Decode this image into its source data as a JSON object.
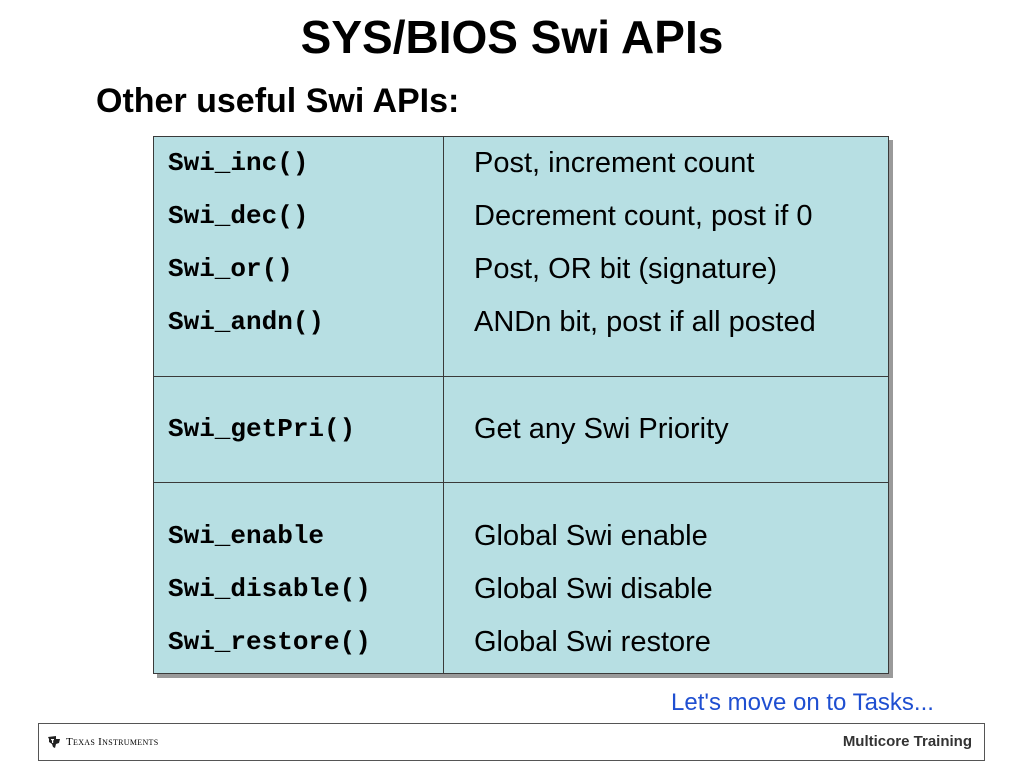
{
  "slide": {
    "title": "SYS/BIOS Swi APIs",
    "subtitle": "Other useful Swi APIs:"
  },
  "table": {
    "groups": [
      {
        "rows": [
          {
            "function": "Swi_inc()",
            "description": "Post, increment count"
          },
          {
            "function": "Swi_dec()",
            "description": "Decrement count, post if 0"
          },
          {
            "function": "Swi_or()",
            "description": "Post, OR bit (signature)"
          },
          {
            "function": "Swi_andn()",
            "description": "ANDn bit, post if all posted"
          }
        ]
      },
      {
        "rows": [
          {
            "function": "Swi_getPri()",
            "description": "Get any Swi Priority"
          }
        ]
      },
      {
        "rows": [
          {
            "function": "Swi_enable",
            "description": "Global Swi enable"
          },
          {
            "function": "Swi_disable()",
            "description": "Global Swi disable"
          },
          {
            "function": "Swi_restore()",
            "description": "Global Swi restore"
          }
        ]
      }
    ]
  },
  "next_link": "Let's move on to Tasks...",
  "footer": {
    "logo_text": "Texas Instruments",
    "logo_icon": "texas-instruments-logo",
    "right_text": "Multicore Training"
  },
  "colors": {
    "table_background": "#b7dfe3",
    "link": "#1f4fd1"
  }
}
